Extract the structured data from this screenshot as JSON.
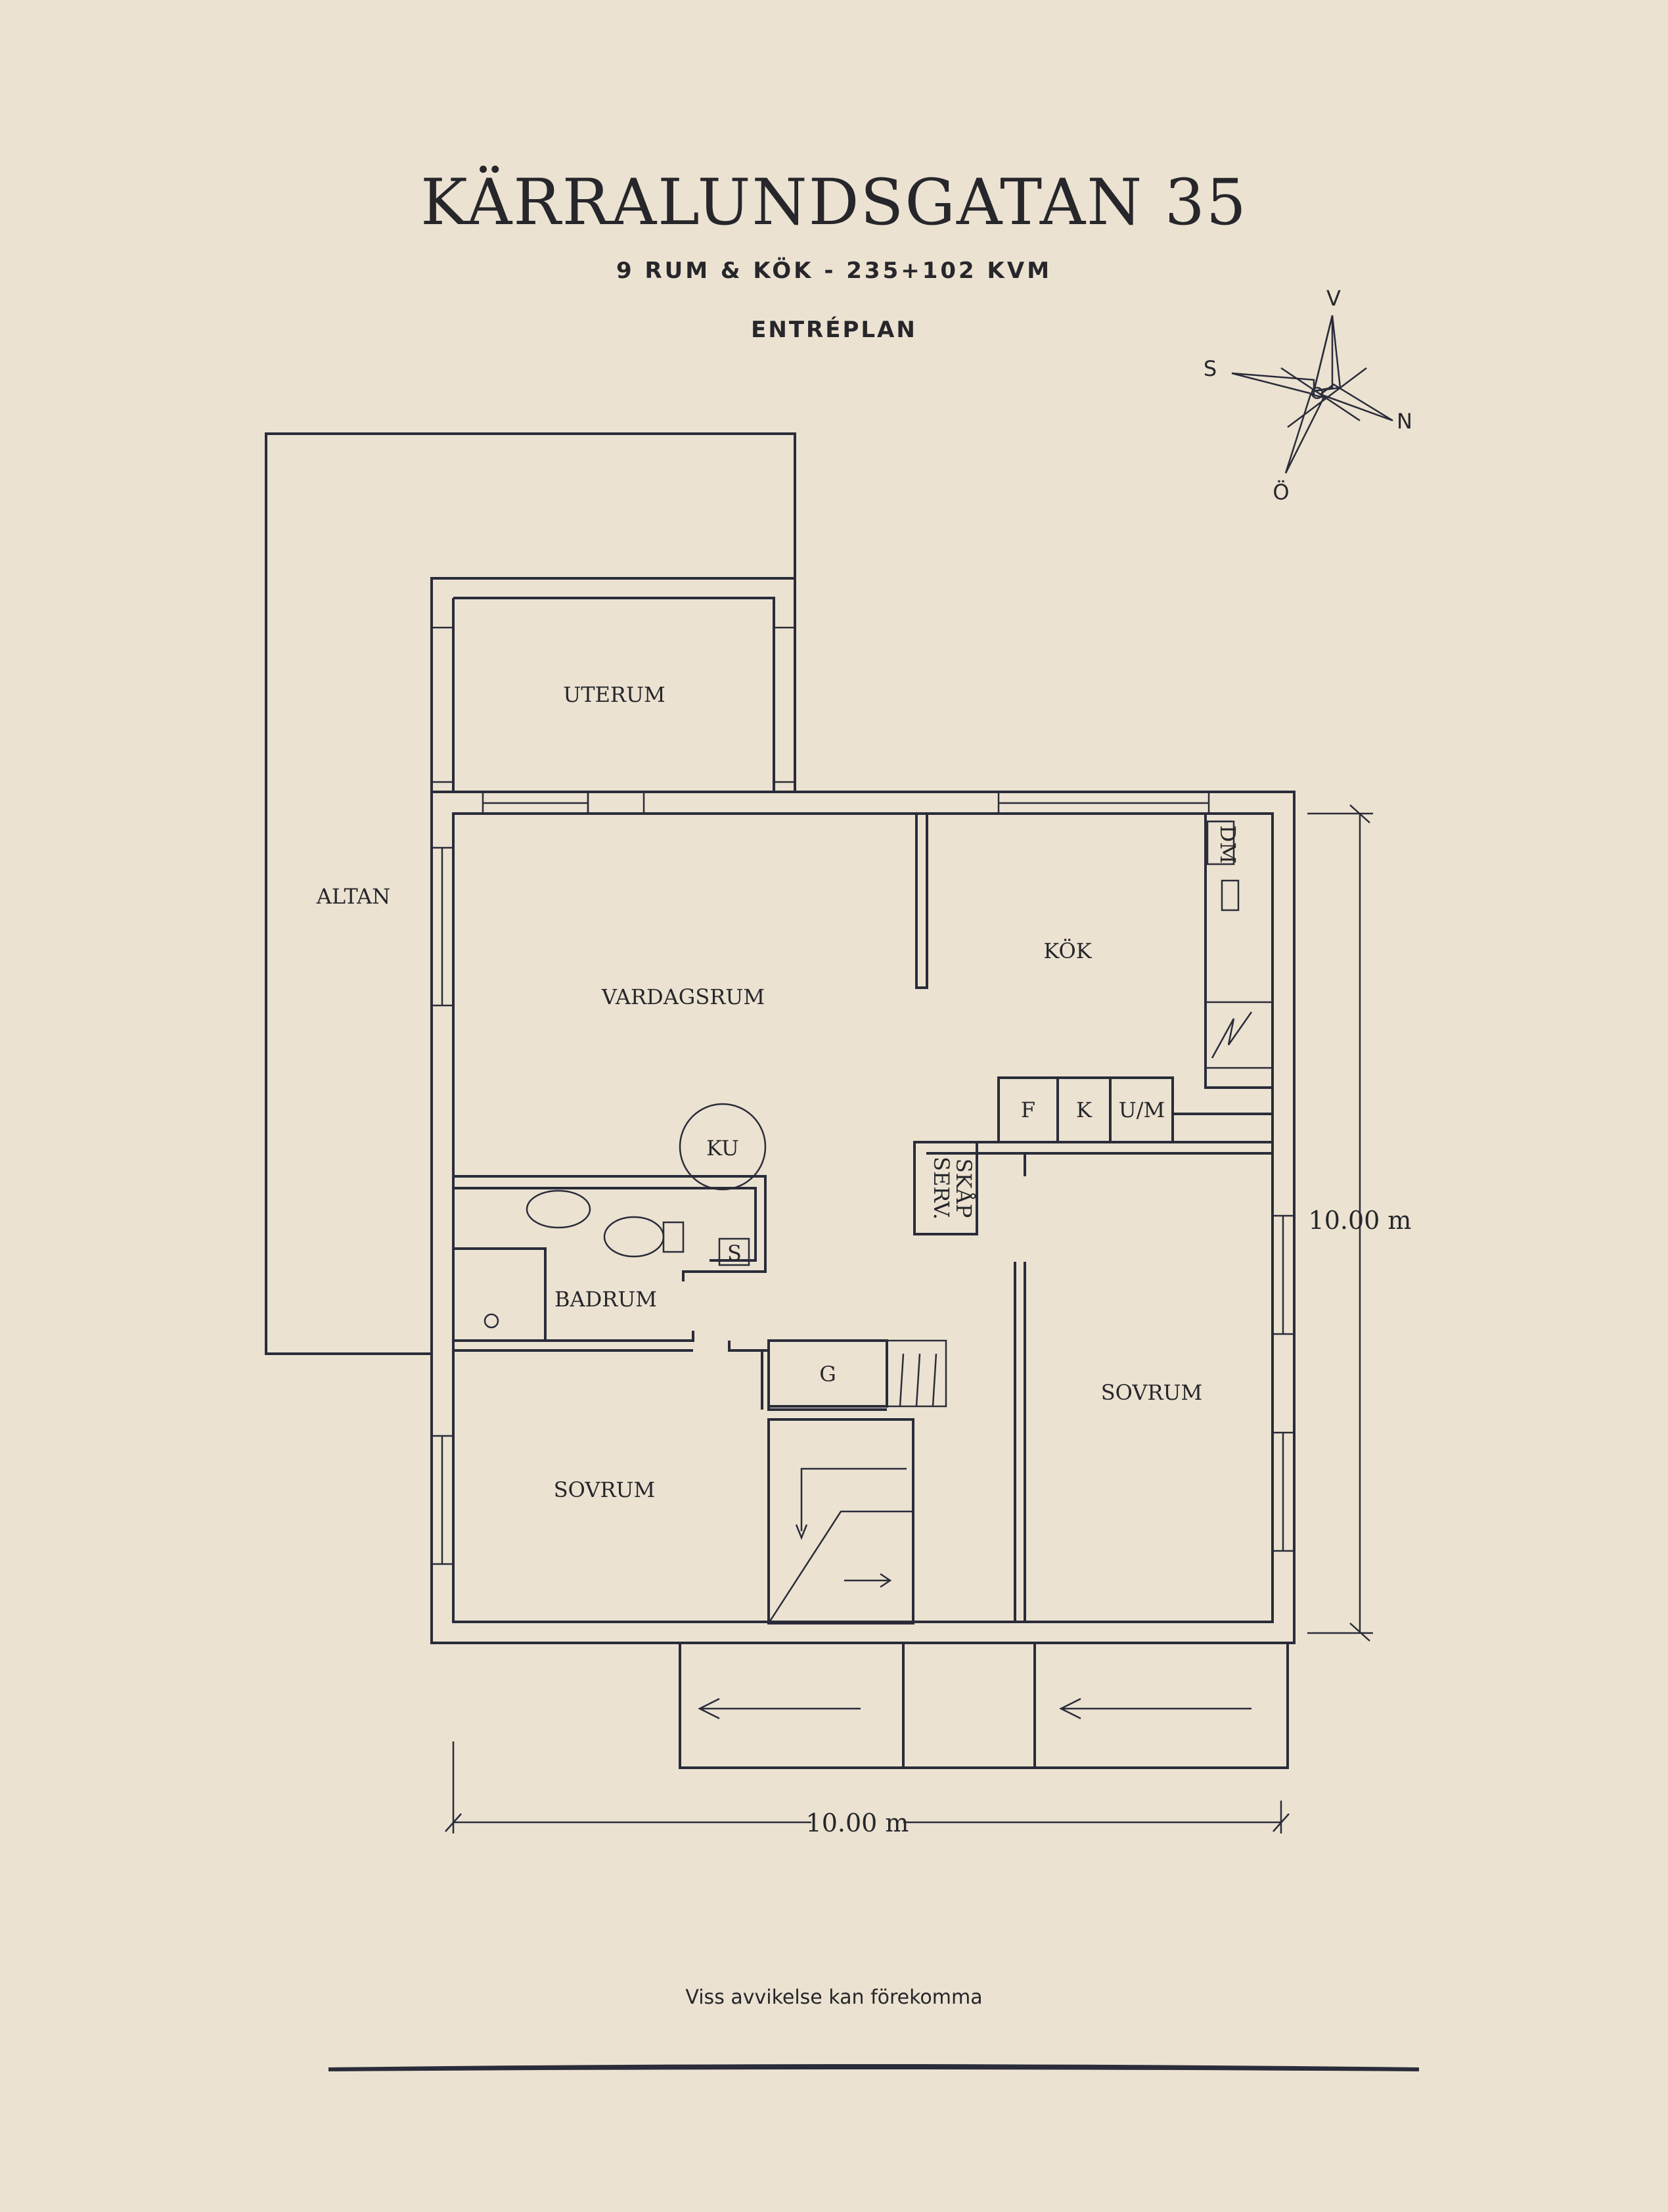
{
  "header": {
    "title": "KÄRRALUNDSGATAN 35",
    "subtitle": "9 RUM & KÖK  -  235+102 KVM",
    "level": "ENTRÉPLAN"
  },
  "compass": {
    "v": "V",
    "s": "S",
    "n": "N",
    "o": "Ö"
  },
  "rooms": {
    "uterum": "UTERUM",
    "altan": "ALTAN",
    "vardagsrum": "VARDAGSRUM",
    "kok": "KÖK",
    "badrum": "BADRUM",
    "sovrum_left": "SOVRUM",
    "sovrum_right": "SOVRUM"
  },
  "fixtures": {
    "ku": "KU",
    "dm": "DM",
    "f": "F",
    "k": "K",
    "um": "U/M",
    "serv1": "SERV.",
    "serv2": "SKÅP",
    "s": "S",
    "g": "G"
  },
  "dimensions": {
    "vertical": "10.00 m",
    "horizontal": "10.00 m"
  },
  "footer": {
    "disclaimer": "Viss avvikelse kan förekomma"
  }
}
